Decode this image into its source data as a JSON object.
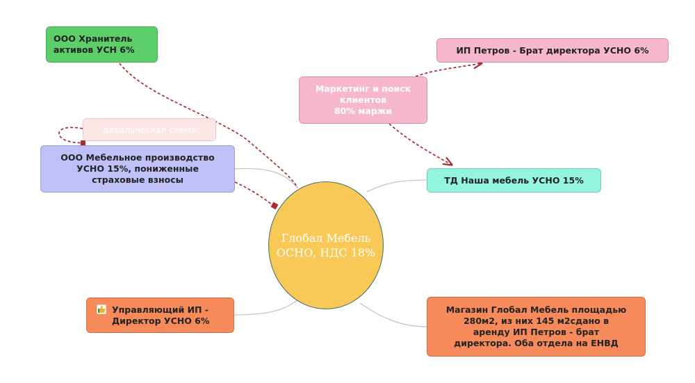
{
  "diagram": {
    "center": {
      "label": "Глобал Мебель\nОСНО, НДС 18%"
    },
    "nodes": {
      "holder": {
        "label": "ООО Хранитель\nактивов УСН 6%",
        "color": "#5ccf6b"
      },
      "dav": {
        "label": "давальческая схема",
        "color": "#fde6e6"
      },
      "mebel": {
        "label": "ООО Мебельное производство\nУСНО 15%, пониженные\nстраховые взносы",
        "color": "#c0c0f8"
      },
      "marketing": {
        "label": "Маркетинг и поиск\nклиентов\n80% маржи",
        "color": "#f7b8cf"
      },
      "petrov": {
        "label": "ИП Петров -  Брат директора УСНО 6%",
        "color": "#f7b8cf"
      },
      "td": {
        "label": "ТД Наша мебель УСНО 15%",
        "color": "#93f5e0"
      },
      "ip": {
        "label": "Управляющий ИП -\nДиректор УСНО 6%",
        "color": "#f68a5a",
        "icon": "thumbs-up-icon"
      },
      "shop": {
        "label": "Магазин Глобал Мебель площадью\n280м2, из них 145 м2сдано в\nаренду ИП Петров - брат\nдиректора. Оба отдела на ЕНВД",
        "color": "#f68a5a"
      }
    },
    "colors": {
      "center": "#f8c957",
      "connector": "#c4c4c4",
      "arrow": "#a62b32"
    }
  }
}
